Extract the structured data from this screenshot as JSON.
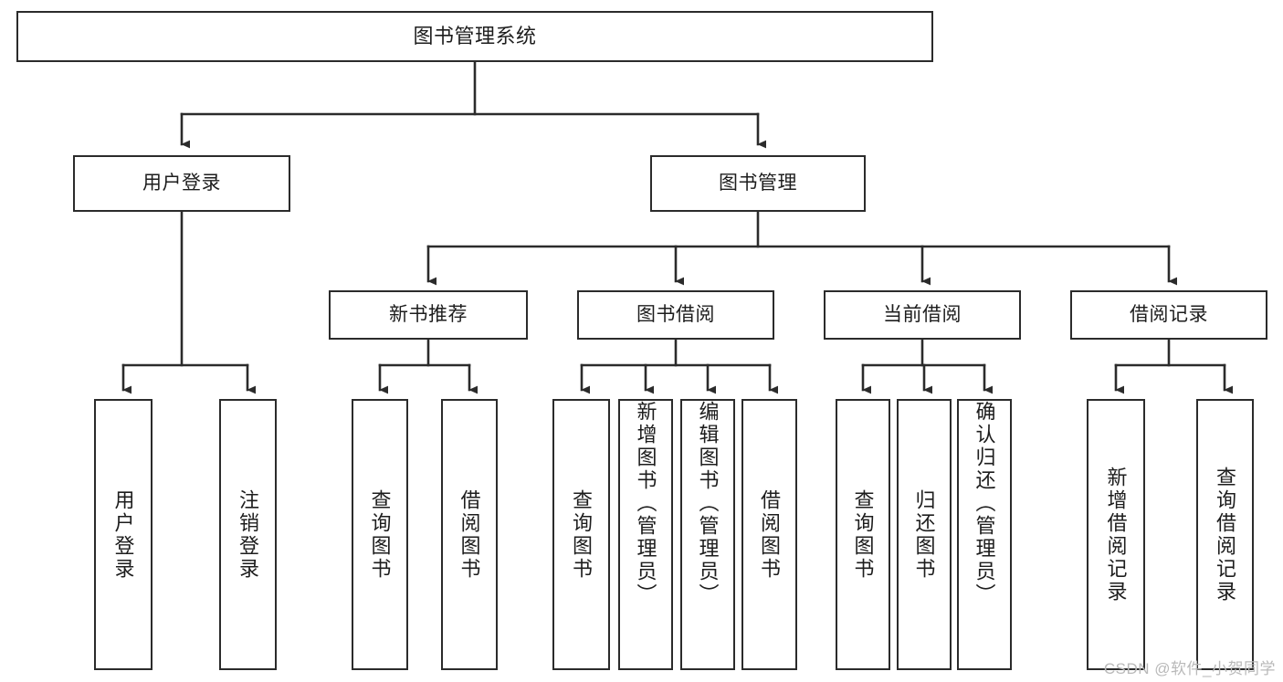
{
  "diagram": {
    "title": "图书管理系统",
    "type": "functional-structure-tree",
    "colors": {
      "box_border": "#2b2b2b",
      "box_fill": "#ffffff",
      "connector": "#2b2b2b",
      "text": "#1d1d1d",
      "watermark": "#b9b9b9",
      "background": "#ffffff"
    },
    "watermark": "CSDN @软件_小贺同学"
  },
  "nodes": {
    "root": {
      "label": "图书管理系统"
    },
    "level1": [
      {
        "id": "user-login",
        "label": "用户登录"
      },
      {
        "id": "book-manage",
        "label": "图书管理"
      }
    ],
    "level2": [
      {
        "id": "new-book-recommend",
        "label": "新书推荐"
      },
      {
        "id": "book-borrow",
        "label": "图书借阅"
      },
      {
        "id": "current-borrow",
        "label": "当前借阅"
      },
      {
        "id": "borrow-record",
        "label": "借阅记录"
      }
    ],
    "leaves": {
      "user-login": [
        {
          "id": "leaf-user-login",
          "label": "用户登录"
        },
        {
          "id": "leaf-logout-login",
          "label": "注销登录"
        }
      ],
      "new-book-recommend": [
        {
          "id": "leaf-query-book-1",
          "label": "查询图书"
        },
        {
          "id": "leaf-borrow-book-1",
          "label": "借阅图书"
        }
      ],
      "book-borrow": [
        {
          "id": "leaf-query-book-2",
          "label": "查询图书"
        },
        {
          "id": "leaf-add-book",
          "label": "新增图书（管理员）"
        },
        {
          "id": "leaf-edit-book",
          "label": "编辑图书（管理员）"
        },
        {
          "id": "leaf-borrow-book-2",
          "label": "借阅图书"
        }
      ],
      "current-borrow": [
        {
          "id": "leaf-query-book-3",
          "label": "查询图书"
        },
        {
          "id": "leaf-return-book",
          "label": "归还图书"
        },
        {
          "id": "leaf-confirm-return",
          "label": "确认归还（管理员）"
        }
      ],
      "borrow-record": [
        {
          "id": "leaf-add-record",
          "label": "新增借阅记录"
        },
        {
          "id": "leaf-query-record",
          "label": "查询借阅记录"
        }
      ]
    }
  }
}
